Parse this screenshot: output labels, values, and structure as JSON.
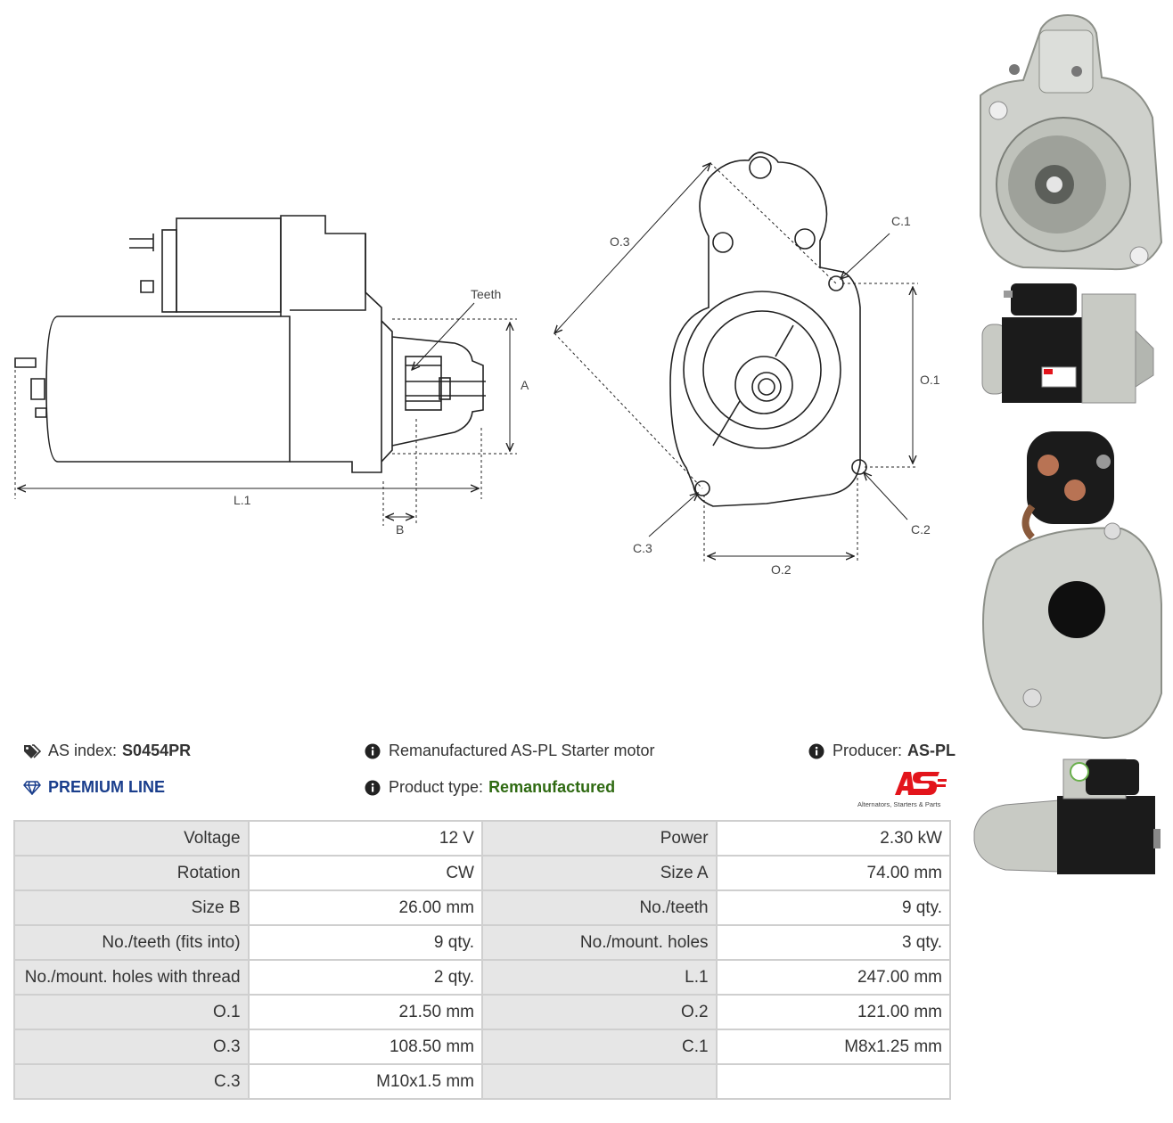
{
  "drawing": {
    "labels": {
      "teeth": "Teeth",
      "a": "A",
      "b": "B",
      "l1": "L.1",
      "o1": "O.1",
      "o2": "O.2",
      "o3": "O.3",
      "c1": "C.1",
      "c2": "C.2",
      "c3": "C.3"
    }
  },
  "header": {
    "as_index_label": "AS index:",
    "as_index_value": "S0454PR",
    "premium_line": "PREMIUM LINE",
    "description": "Remanufactured AS-PL Starter motor",
    "product_type_label": "Product type:",
    "product_type_value": "Remanufactured",
    "producer_label": "Producer:",
    "producer_value": "AS-PL"
  },
  "logo": {
    "mark": "AS",
    "tagline": "Alternators, Starters & Parts",
    "color": "#e3141b"
  },
  "colors": {
    "premium": "#1a3e8c",
    "product_type": "#2f6a12"
  },
  "specs": [
    [
      "Voltage",
      "12 V",
      "Power",
      "2.30 kW"
    ],
    [
      "Rotation",
      "CW",
      "Size A",
      "74.00 mm"
    ],
    [
      "Size B",
      "26.00 mm",
      "No./teeth",
      "9 qty."
    ],
    [
      "No./teeth (fits into)",
      "9 qty.",
      "No./mount. holes",
      "3 qty."
    ],
    [
      "No./mount. holes with thread",
      "2 qty.",
      "L.1",
      "247.00 mm"
    ],
    [
      "O.1",
      "21.50 mm",
      "O.2",
      "121.00 mm"
    ],
    [
      "O.3",
      "108.50 mm",
      "C.1",
      "M8x1.25 mm"
    ],
    [
      "C.3",
      "M10x1.5 mm",
      "",
      ""
    ]
  ]
}
